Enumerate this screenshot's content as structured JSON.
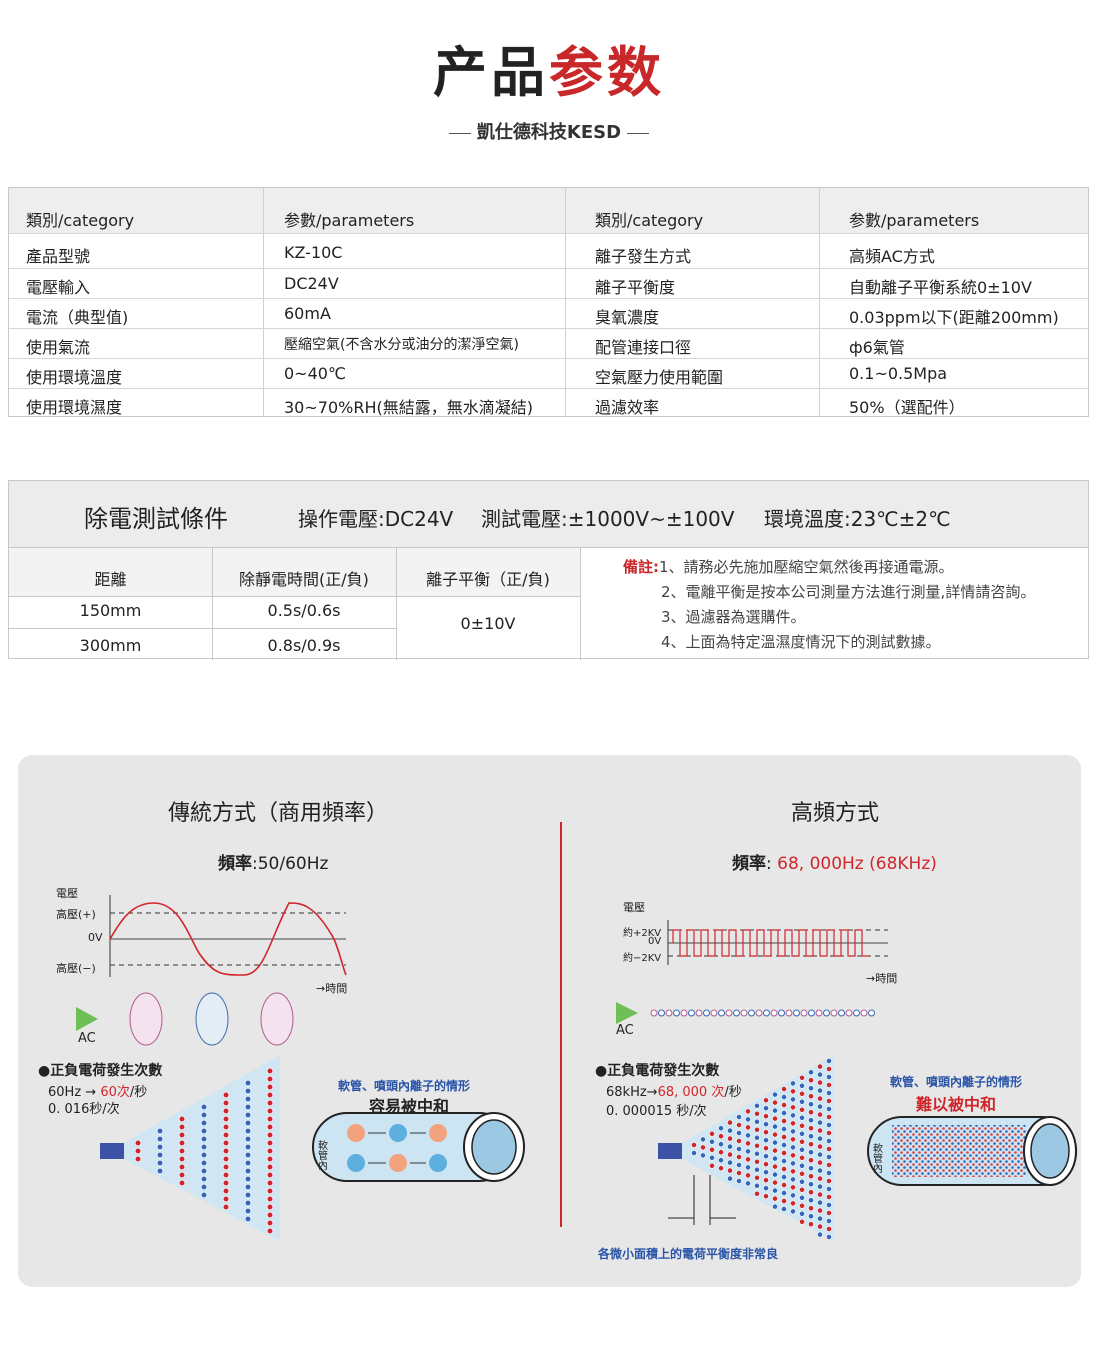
{
  "header": {
    "title_part1": "产品",
    "title_part2": "参数",
    "subtitle": "凱仕德科技KESD"
  },
  "spec_table": {
    "headers": [
      "類別/category",
      "参數/parameters",
      "類別/category",
      "参數/parameters"
    ],
    "rows": [
      [
        "產品型號",
        "KZ-10C",
        "離子發生方式",
        "高頻AC方式"
      ],
      [
        "電壓輸入",
        "DC24V",
        "離子平衡度",
        "自動離子平衡系統0±10V"
      ],
      [
        "電流（典型值)",
        "60mA",
        "臭氧濃度",
        "0.03ppm以下(距離200mm)"
      ],
      [
        "使用氣流",
        "壓縮空氣(不含水分或油分的潔淨空氣)",
        "配管連接口徑",
        "ф6氣管"
      ],
      [
        "使用環境溫度",
        "0~40℃",
        "空氣壓力使用範圍",
        "0.1~0.5Mpa"
      ],
      [
        "使用環境濕度",
        "30~70%RH(無結露，無水滴凝結)",
        "過濾效率",
        "50%（選配件）"
      ]
    ]
  },
  "test_conditions": {
    "title": "除電測試條件",
    "op_voltage": "操作電壓:DC24V",
    "test_voltage": "測試電壓:±1000V~±100V",
    "env_temp": "環境溫度:23℃±2℃",
    "col_headers": [
      "距離",
      "除靜電時間(正/負)",
      "離子平衡（正/負)"
    ],
    "rows": [
      [
        "150mm",
        "0.5s/0.6s"
      ],
      [
        "300mm",
        "0.8s/0.9s"
      ]
    ],
    "balance": "0±10V",
    "note_label": "備註:",
    "notes": [
      "1、請務必先施加壓縮空氣然後再接通電源。",
      "2、電離平衡是按本公司測量方法進行測量,詳情請咨詢。",
      "3、過濾器為選購件。",
      "4、上面為特定溫濕度情況下的測試數據。"
    ]
  },
  "comparison": {
    "left": {
      "title": "傳統方式（商用頻率）",
      "freq_label": "頻率",
      "freq_value": ":50/60Hz",
      "axis_voltage": "電壓",
      "axis_high_pos": "高壓(+)",
      "axis_zero": "0V",
      "axis_high_neg": "高壓(−)",
      "axis_time": "→時間",
      "ac_label": "AC",
      "count_title": "●正負電荷發生次數",
      "count_line1_a": "60Hz → ",
      "count_line1_b": "60次",
      "count_line1_c": "/秒",
      "count_line2": "0. 016秒/次",
      "hose_caption": "軟管、噴頭內離子的情形",
      "hose_result": "容易被中和",
      "hose_inside": "軟管內"
    },
    "right": {
      "title": "高頻方式",
      "freq_label": "頻率",
      "freq_colon": ":",
      "freq_value": "68, 000Hz (68KHz)",
      "axis_voltage": "電壓",
      "axis_pos": "約+2KV",
      "axis_zero": "0V",
      "axis_neg": "約−2KV",
      "axis_time": "→時間",
      "ac_label": "AC",
      "count_title": "●正負電荷發生次數",
      "count_line1_a": "68kHz→",
      "count_line1_b": "68, 000 次",
      "count_line1_c": "/秒",
      "count_line2": "0. 000015 秒/次",
      "hose_caption": "軟管、噴頭內離子的情形",
      "hose_result": "難以被中和",
      "hose_inside": "軟管內",
      "bottom_caption": "各微小面積上的電荷平衡度非常良"
    }
  },
  "colors": {
    "accent_red": "#c8282a",
    "blue": "#2a54a8",
    "panel_bg": "#e7e7e7",
    "table_header_bg": "#eeeeee"
  }
}
